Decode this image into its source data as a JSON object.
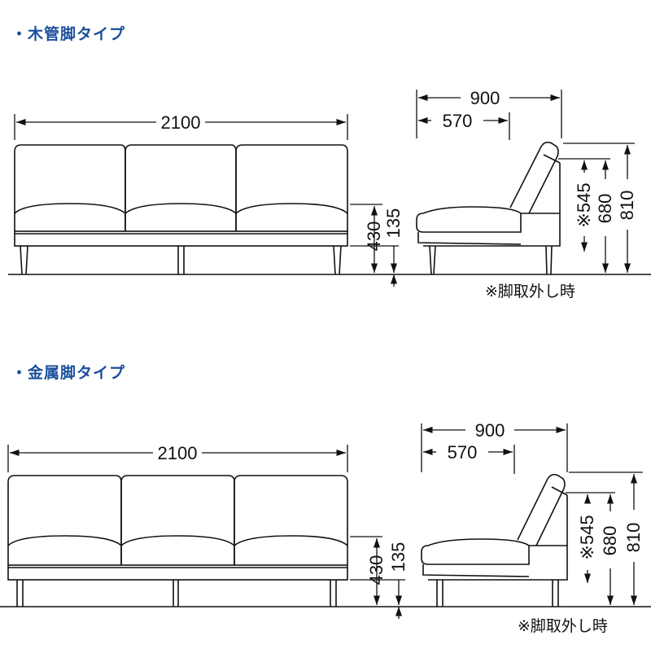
{
  "sections": [
    {
      "title": "・木管脚タイプ",
      "front": {
        "width": "2100",
        "seat_height": "430",
        "leg_height": "135"
      },
      "side": {
        "depth": "900",
        "seat_depth": "570",
        "h545": "※545",
        "h680": "680",
        "h810": "810"
      },
      "note": "※脚取外し時"
    },
    {
      "title": "・金属脚タイプ",
      "front": {
        "width": "2100",
        "seat_height": "430",
        "leg_height": "135"
      },
      "side": {
        "depth": "900",
        "seat_depth": "570",
        "h545": "※545",
        "h680": "680",
        "h810": "810"
      },
      "note": "※脚取外し時"
    }
  ]
}
